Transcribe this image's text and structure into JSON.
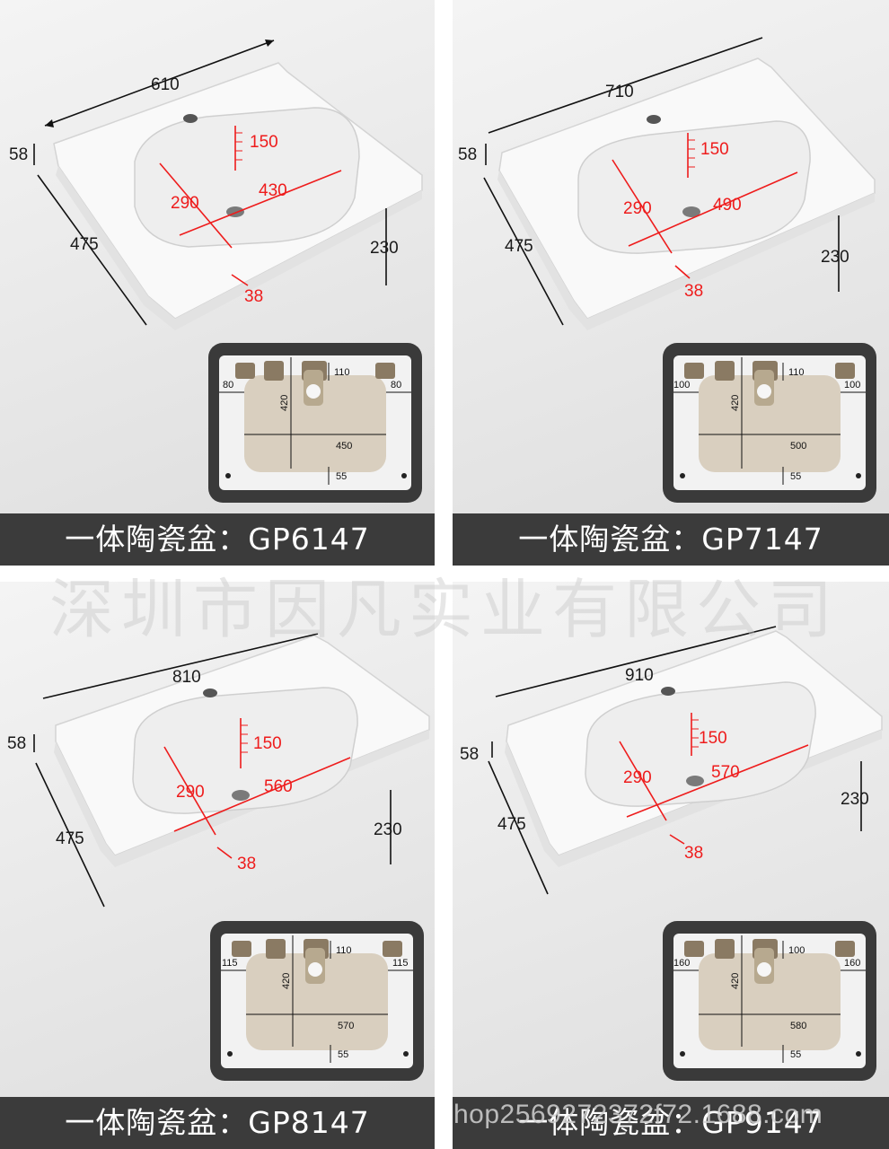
{
  "watermark": "深圳市因凡实业有限公司",
  "url_watermark": "hop2569272372f72.1688.com",
  "products": [
    {
      "caption": "一体陶瓷盆：GP6147",
      "width": "610",
      "depth": "475",
      "edge": "58",
      "height": "230",
      "bowl_depth": "150",
      "bowl_front_back": "290",
      "bowl_width": "430",
      "rim": "38",
      "inset": {
        "top": "110",
        "left": "80",
        "right": "80",
        "front_back": "420",
        "inner_width": "450",
        "bottom": "55"
      }
    },
    {
      "caption": "一体陶瓷盆：GP7147",
      "width": "710",
      "depth": "475",
      "edge": "58",
      "height": "230",
      "bowl_depth": "150",
      "bowl_front_back": "290",
      "bowl_width": "490",
      "rim": "38",
      "inset": {
        "top": "110",
        "left": "100",
        "right": "100",
        "front_back": "420",
        "inner_width": "500",
        "bottom": "55"
      }
    },
    {
      "caption": "一体陶瓷盆：GP8147",
      "width": "810",
      "depth": "475",
      "edge": "58",
      "height": "230",
      "bowl_depth": "150",
      "bowl_front_back": "290",
      "bowl_width": "560",
      "rim": "38",
      "inset": {
        "top": "110",
        "left": "115",
        "right": "115",
        "front_back": "420",
        "inner_width": "570",
        "bottom": "55"
      }
    },
    {
      "caption": "一体陶瓷盆：GP9147",
      "width": "910",
      "depth": "475",
      "edge": "58",
      "height": "230",
      "bowl_depth": "150",
      "bowl_front_back": "290",
      "bowl_width": "570",
      "rim": "38",
      "inset": {
        "top": "100",
        "left": "160",
        "right": "160",
        "front_back": "420",
        "inner_width": "580",
        "bottom": "55"
      }
    }
  ]
}
